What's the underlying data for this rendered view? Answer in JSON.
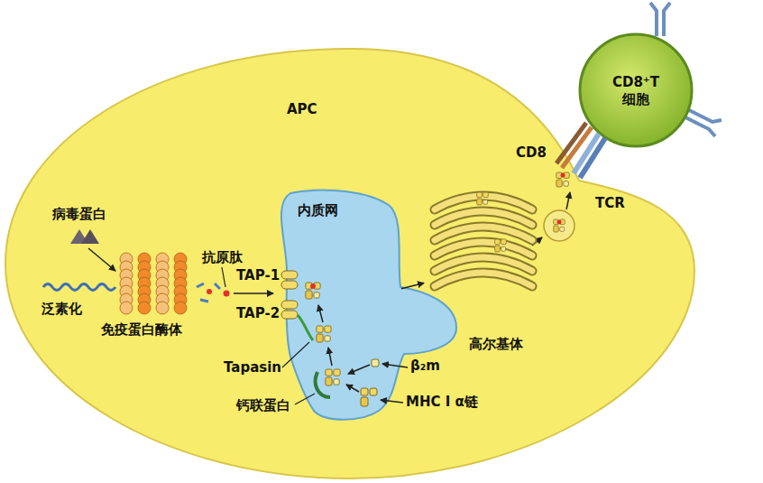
{
  "diagram": {
    "nodes": [
      {
        "text": [
          "APC"
        ]
      },
      {
        "text": [
          "免疫蛋白酶体"
        ],
        "in": 0
      },
      {
        "text": [
          "内质网"
        ],
        "in": 0
      },
      {
        "text": [
          "高尔基体"
        ],
        "in": 0
      },
      {
        "text": [
          "CD8⁺T 细胞"
        ]
      }
    ],
    "edges": [
      {
        "from": 2,
        "to": 3,
        "arrow": "to"
      }
    ],
    "labels": [
      "病毒蛋白",
      "抗原肽",
      "TAP-1",
      "TAP-2",
      "泛素化",
      "Tapasin",
      "β₂m",
      "钙联蛋白",
      "MHC Ⅰ α链",
      "CD8",
      "TCR"
    ]
  }
}
